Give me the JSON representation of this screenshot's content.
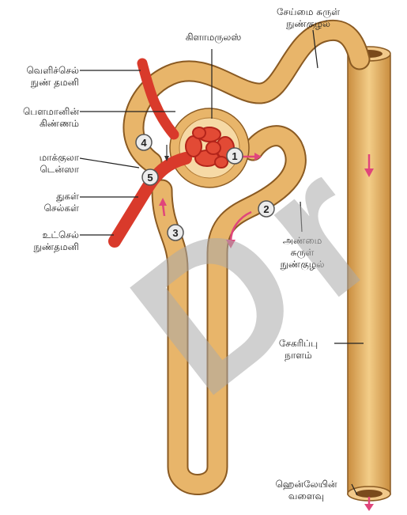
{
  "labels": {
    "efferent_arteriole": [
      "வெளிச்செல்",
      "நுண் தமனி"
    ],
    "bowmans_capsule": [
      "பௌமானின்",
      "கிண்ணம்"
    ],
    "macula_densa": [
      "மாக்குலா",
      "டென்ஸா"
    ],
    "granular_cells": [
      "துகள்",
      "செல்கள்"
    ],
    "afferent_arteriole": [
      "உட்செல்",
      "நுண்தமனி"
    ],
    "glomerulus": [
      "கிளாமருலஸ்"
    ],
    "distal_tubule": [
      "சேய்மை சுருள்",
      "நுண்குழல்"
    ],
    "proximal_tubule": [
      "அண்மை",
      "சுருள்",
      "நுண்குழல்"
    ],
    "collecting_duct": [
      "சேகரிப்பு",
      "நாளம்"
    ],
    "loop_of_henle": [
      "ஹென்லேயின்",
      "வளைவு"
    ]
  },
  "markers": [
    "1",
    "2",
    "3",
    "4",
    "5"
  ],
  "colors": {
    "tubule": "#e8b56a",
    "tubule_outline": "#8a5a22",
    "vessel": "#d93a2b",
    "arrow": "#e0457b",
    "badge_fill": "#ececec"
  },
  "watermark_text": "Dr"
}
